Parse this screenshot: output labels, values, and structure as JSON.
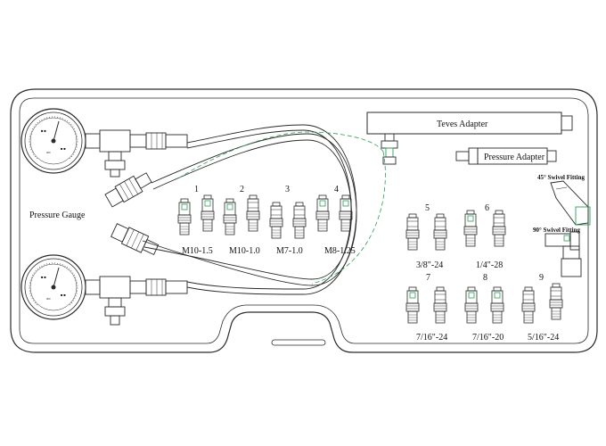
{
  "labels": {
    "pressure_gauge": "Pressure Gauge",
    "teves_adapter": "Teves Adapter",
    "pressure_adapter": "Pressure Adapter",
    "swivel_45": "45° Swivel Fitting",
    "swivel_90": "90° Swivel Fitting"
  },
  "groups": [
    {
      "number": "1",
      "size": "M10-1.5"
    },
    {
      "number": "2",
      "size": "M10-1.0"
    },
    {
      "number": "3",
      "size": "M7-1.0"
    },
    {
      "number": "4",
      "size": "M8-1.25"
    },
    {
      "number": "5",
      "size": "3/8\"-24"
    },
    {
      "number": "6",
      "size": "1/4\"-28"
    },
    {
      "number": "7",
      "size": "7/16\"-24"
    },
    {
      "number": "8",
      "size": "7/16\"-20"
    },
    {
      "number": "9",
      "size": "5/16\"-24"
    }
  ],
  "colors": {
    "line": "#2a2a2a",
    "accent": "#2e9e5a"
  }
}
